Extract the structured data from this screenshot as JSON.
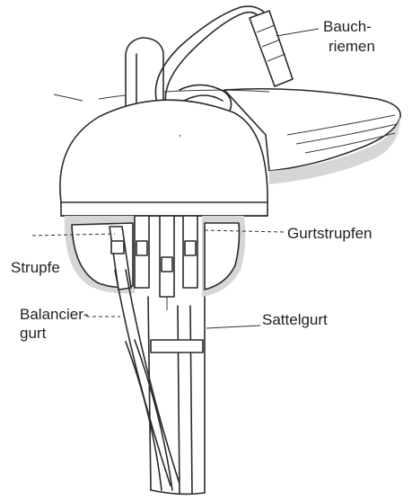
{
  "labels": {
    "bauchriemen_line1": "Bauch-",
    "bauchriemen_line2": "riemen",
    "gurtstrupfen": "Gurtstrupfen",
    "strupfe": "Strupfe",
    "balanciergurt_line1": "Balancier-",
    "balanciergurt_line2": "gurt",
    "sattelgurt": "Sattelgurt"
  }
}
